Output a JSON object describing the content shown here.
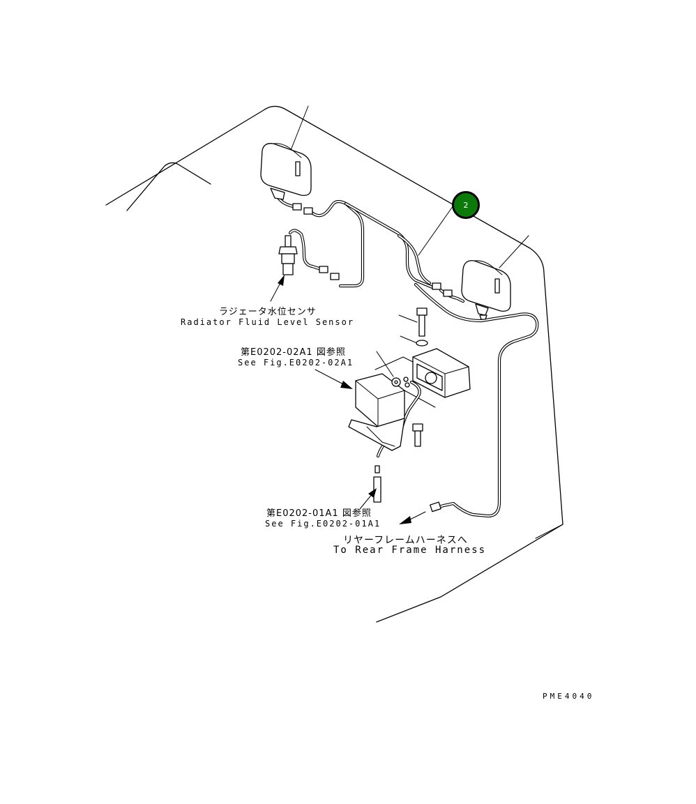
{
  "callout_badge": {
    "number": "2",
    "color": "#0b7a0b"
  },
  "labels": {
    "sensor_jp": "ラジェータ水位センサ",
    "sensor_en": "Radiator Fluid Level Sensor",
    "fig_a_jp": "第E0202-02A1 図参照",
    "fig_a_en": "See Fig.E0202-02A1",
    "fig_b_jp": "第E0202-01A1 図参照",
    "fig_b_en": "See Fig.E0202-01A1",
    "harness_jp": "リヤーフレームハーネスへ",
    "harness_en": "To Rear Frame Harness",
    "drawing_code": "PME4040"
  }
}
